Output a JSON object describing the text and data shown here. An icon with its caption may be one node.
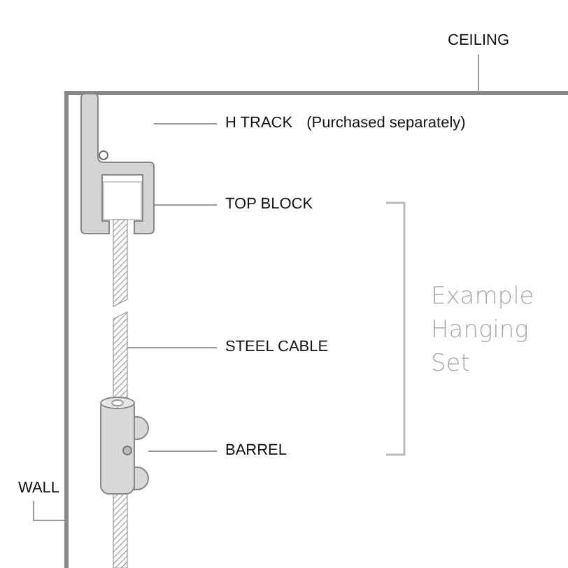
{
  "diagram": {
    "nodes": [
      {
        "text": [
          "CEILING"
        ]
      },
      {
        "text": [],
        "shape": "bar"
      },
      {
        "text": [
          "H TRACK",
          "(Purchased separately)"
        ]
      },
      {
        "text": [],
        "shape": "picture"
      },
      {
        "text": [
          "TOP BLOCK"
        ]
      },
      {
        "text": [],
        "shape": "box"
      },
      {
        "text": [
          "STEEL CABLE"
        ]
      },
      {
        "text": [],
        "shape": "bar"
      },
      {
        "text": [
          "BARREL"
        ]
      },
      {
        "text": [],
        "shape": "cylinder"
      },
      {
        "text": [
          "WALL"
        ]
      },
      {
        "text": [],
        "shape": "bar"
      }
    ],
    "edges": [
      {
        "from": 0,
        "to": 1,
        "arrow": "none"
      },
      {
        "from": 2,
        "to": 3,
        "arrow": "none"
      },
      {
        "from": 4,
        "to": 5,
        "arrow": "none"
      },
      {
        "from": 6,
        "to": 7,
        "arrow": "none"
      },
      {
        "from": 8,
        "to": 9,
        "arrow": "none"
      },
      {
        "from": 10,
        "to": 11,
        "arrow": "none"
      }
    ],
    "labels": [
      "Example Hanging Set"
    ]
  }
}
